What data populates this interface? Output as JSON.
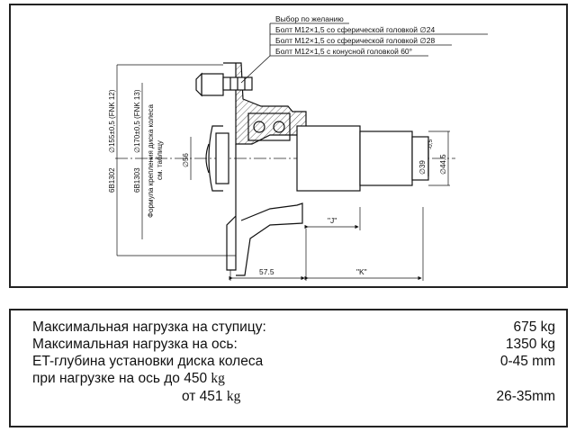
{
  "drawing": {
    "callout_title": "Выбор по желанию",
    "callouts": [
      "Болт M12×1,5 со сферической головкой ∅24",
      "Болт M12×1,5 со сферической головкой ∅28",
      "Болт M12×1,5 с конусной головкой 60°"
    ],
    "vertical_labels": {
      "bearing_a": "6В1302",
      "bearing_b": "6В1303",
      "dia_a": "∅155±0,5 (FNK 12)",
      "dia_b": "∅170±0,5 (FNK 13)",
      "formula_a": "Формула крепления диска колеса",
      "formula_b": "см. таблицу",
      "d56": "∅56",
      "d39": "∅39",
      "d445": "∅44,5",
      "tol": "-0,5"
    },
    "dimensions": {
      "j": "\"J\"",
      "k": "\"K\"",
      "d575": "57.5"
    }
  },
  "specs": {
    "row1": {
      "label": "Максимальная нагрузка на ступицу:",
      "value": "675 kg"
    },
    "row2": {
      "label": "Максимальная нагрузка на ось:",
      "value": "1350 kg"
    },
    "row3": {
      "label": "ET-глубина установки диска колеса",
      "value": "0-45 mm"
    },
    "row4": {
      "label": "при нагрузке на ось до 450",
      "unit": "kg"
    },
    "row5": {
      "label": "от 451",
      "unit": "kg",
      "value": "26-35mm"
    }
  }
}
